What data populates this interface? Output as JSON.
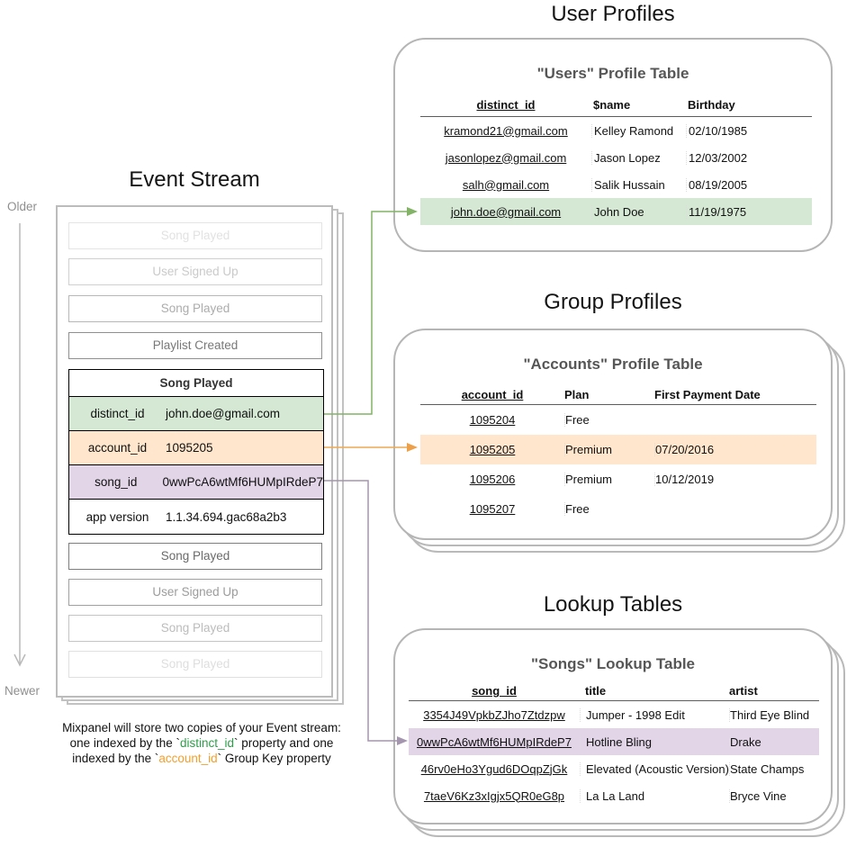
{
  "titles": {
    "event_stream": "Event Stream",
    "user_profiles": "User Profiles",
    "group_profiles": "Group Profiles",
    "lookup_tables": "Lookup Tables"
  },
  "timeline": {
    "older": "Older",
    "newer": "Newer"
  },
  "event_stream": {
    "events_before": [
      "Song Played",
      "User Signed Up",
      "Song Played",
      "Playlist Created"
    ],
    "expanded_event": {
      "name": "Song Played",
      "properties": [
        {
          "key": "distinct_id",
          "value": "john.doe@gmail.com",
          "highlight": "green"
        },
        {
          "key": "account_id",
          "value": "1095205",
          "highlight": "orange"
        },
        {
          "key": "song_id",
          "value": "0wwPcA6wtMf6HUMpIRdeP7",
          "highlight": "purple"
        },
        {
          "key": "app version",
          "value": "1.1.34.694.gac68a2b3",
          "highlight": "none"
        }
      ]
    },
    "events_after": [
      "Song Played",
      "User Signed Up",
      "Song Played",
      "Song Played"
    ]
  },
  "users_table": {
    "title": "\"Users\" Profile Table",
    "columns": [
      "distinct_id",
      "$name",
      "Birthday"
    ],
    "rows": [
      {
        "distinct_id": "kramond21@gmail.com",
        "name": "Kelley Ramond",
        "birthday": "02/10/1985"
      },
      {
        "distinct_id": "jasonlopez@gmail.com",
        "name": "Jason Lopez",
        "birthday": "12/03/2002"
      },
      {
        "distinct_id": "salh@gmail.com",
        "name": "Salik Hussain",
        "birthday": "08/19/2005"
      },
      {
        "distinct_id": "john.doe@gmail.com",
        "name": "John Doe",
        "birthday": "11/19/1975"
      }
    ],
    "highlighted_row": 3
  },
  "accounts_table": {
    "title": "\"Accounts\" Profile Table",
    "columns": [
      "account_id",
      "Plan",
      "First Payment Date"
    ],
    "rows": [
      {
        "account_id": "1095204",
        "plan": "Free",
        "first_payment_date": ""
      },
      {
        "account_id": "1095205",
        "plan": "Premium",
        "first_payment_date": "07/20/2016"
      },
      {
        "account_id": "1095206",
        "plan": "Premium",
        "first_payment_date": "10/12/2019"
      },
      {
        "account_id": "1095207",
        "plan": "Free",
        "first_payment_date": ""
      }
    ],
    "highlighted_row": 1
  },
  "songs_table": {
    "title": "\"Songs\" Lookup Table",
    "columns": [
      "song_id",
      "title",
      "artist"
    ],
    "rows": [
      {
        "song_id": "3354J49VpkbZJho7Ztdzpw",
        "title": "Jumper - 1998 Edit",
        "artist": "Third Eye Blind"
      },
      {
        "song_id": "0wwPcA6wtMf6HUMpIRdeP7",
        "title": "Hotline Bling",
        "artist": "Drake"
      },
      {
        "song_id": "46rv0eHo3Ygud6DOqpZjGk",
        "title": "Elevated (Acoustic Version)",
        "artist": "State Champs"
      },
      {
        "song_id": "7taeV6Kz3xIgjx5QR0eG8p",
        "title": "La La Land",
        "artist": "Bryce Vine"
      }
    ],
    "highlighted_row": 1
  },
  "caption": {
    "line1": "Mixpanel will store two copies of your Event stream:",
    "line2_pre": "one indexed by the `",
    "line2_key": "distinct_id",
    "line2_post": "` property and one",
    "line3_pre": "indexed by the `",
    "line3_key": "account_id",
    "line3_post": "` Group Key property"
  },
  "colors": {
    "green_fill": "#d5e8d4",
    "orange_fill": "#ffe6cc",
    "purple_fill": "#e1d5e7",
    "green_arrow": "#82b366",
    "orange_arrow": "#ecaa55",
    "purple_arrow": "#a496ae",
    "caption_green": "#2f9e4a",
    "caption_orange": "#f59f2a"
  }
}
